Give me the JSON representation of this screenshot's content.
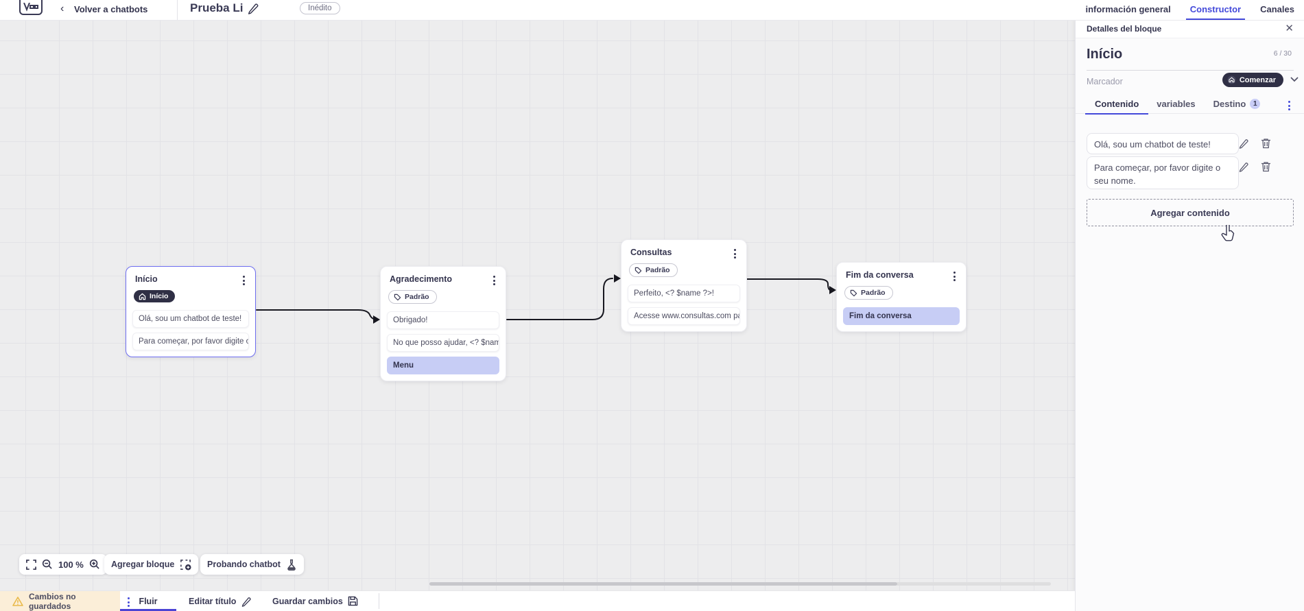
{
  "topbar": {
    "back_label": "Volver a chatbots",
    "bot_title": "Prueba Li",
    "status_badge": "Inédito",
    "tabs": [
      {
        "label": "información general",
        "active": false
      },
      {
        "label": "Constructor",
        "active": true
      },
      {
        "label": "Canales",
        "active": false
      }
    ]
  },
  "canvas": {
    "zoom_level": "100 %",
    "add_block_label": "Agregar bloque",
    "test_chatbot_label": "Probando chatbot",
    "blocks": [
      {
        "title": "Início",
        "badge": "Início",
        "selected": true,
        "rows": [
          {
            "text": "Olá, sou um chatbot de teste!",
            "highlight": false
          },
          {
            "text": "Para começar, por favor digite o ...",
            "highlight": false
          }
        ]
      },
      {
        "title": "Agradecimento",
        "badge": "Padrão",
        "selected": false,
        "rows": [
          {
            "text": "Obrigado!",
            "highlight": false
          },
          {
            "text": "No que posso ajudar, <? $name ...",
            "highlight": false
          },
          {
            "text": "Menu",
            "highlight": true
          }
        ]
      },
      {
        "title": "Consultas",
        "badge": "Padrão",
        "selected": false,
        "rows": [
          {
            "text": "Perfeito, <? $name ?>!",
            "highlight": false
          },
          {
            "text": "Acesse www.consultas.com par...",
            "highlight": false
          }
        ]
      },
      {
        "title": "Fim da conversa",
        "badge": "Padrão",
        "selected": false,
        "rows": [
          {
            "text": "Fim da conversa",
            "highlight": true
          }
        ]
      }
    ]
  },
  "panel": {
    "header": "Detalles del bloque",
    "block_name": "Início",
    "char_counter": "6 / 30",
    "marker_label": "Marcador",
    "marker_value": "Comenzar",
    "tabs": [
      {
        "label": "Contenido",
        "active": true
      },
      {
        "label": "variables",
        "active": false
      },
      {
        "label": "Destino",
        "active": false,
        "badge": "1"
      }
    ],
    "contents": [
      "Olá, sou um chatbot de teste!",
      "Para começar, por favor digite o seu nome."
    ],
    "add_content_label": "Agregar contenido"
  },
  "bottombar": {
    "unsaved_label": "Cambios no guardados",
    "flow_tab_label": "Fluir",
    "edit_title_label": "Editar título",
    "save_label": "Guardar cambios"
  },
  "colors": {
    "accent_indigo": "#4349da",
    "dark_navy": "#33334d",
    "dark_badge_bg": "#2f2f45",
    "highlight_periwinkle": "#c7cdf5",
    "warning_chip_bg": "#fbeed8",
    "warning_icon": "#e9b949",
    "canvas_bg": "#ededee"
  }
}
